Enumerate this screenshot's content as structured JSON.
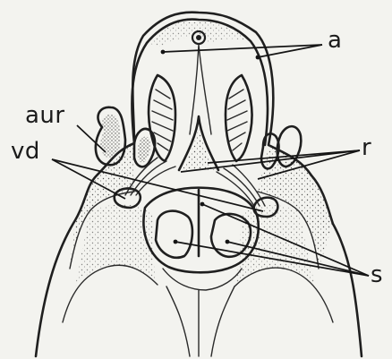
{
  "labels": {
    "a": "a",
    "aur": "aur",
    "vd": "vd",
    "r": "r",
    "s": "s"
  },
  "colors": {
    "paper": "#f3f3ef",
    "ink": "#1f1f1f",
    "stipple": "#3a3a3a"
  }
}
